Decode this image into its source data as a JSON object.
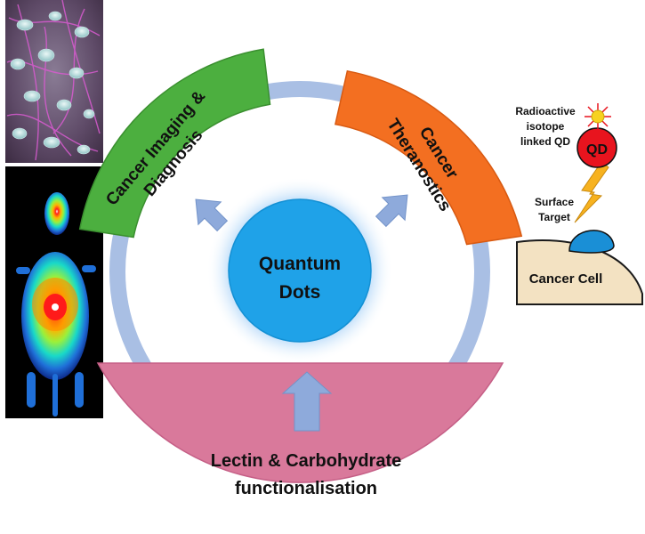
{
  "center": {
    "line1": "Quantum",
    "line2": "Dots"
  },
  "segments": {
    "imaging": {
      "line1": "Cancer Imaging &",
      "line2": "Diagnosis",
      "color": "#4caf3f"
    },
    "theranostics": {
      "line1": "Cancer",
      "line2": "Theranostics",
      "color": "#f36f21"
    },
    "lectin": {
      "line1": "Lectin & Carbohydrate",
      "line2": "functionalisation",
      "color": "#d9799b"
    }
  },
  "side_diagram": {
    "isotope_line1": "Radioactive",
    "isotope_line2": "isotope",
    "isotope_line3": "linked QD",
    "qd_label": "QD",
    "target_line1": "Surface",
    "target_line2": "Target",
    "cell_label": "Cancer Cell"
  },
  "colors": {
    "ring": "#a9bfe4",
    "arrow": "#8eaadb",
    "core": "#1fa2e8",
    "glow": "#5aa9f0",
    "qd": "#e8141e",
    "spark": "#f7d21f",
    "target": "#1a8fd6",
    "cell": "#f3e2c2"
  },
  "images": {
    "top_left": "fluorescence-micrograph-cells",
    "bottom_left": "whole-body-mouse-heatmap-scan"
  }
}
